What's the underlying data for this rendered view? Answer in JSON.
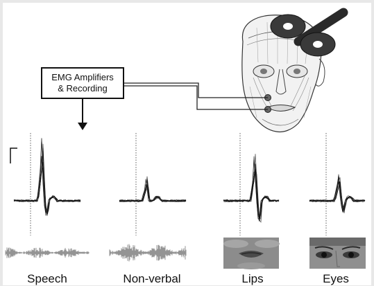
{
  "figure": {
    "recording_box": {
      "line1": "EMG Amplifiers",
      "line2": "& Recording"
    },
    "conditions": [
      {
        "label": "Speech",
        "stimulus": "audio-waveform"
      },
      {
        "label": "Non-verbal",
        "stimulus": "audio-waveform"
      },
      {
        "label": "Lips",
        "stimulus": "lips-photo"
      },
      {
        "label": "Eyes",
        "stimulus": "eyes-photo"
      }
    ],
    "icons": [
      "face-muscle-illustration",
      "tms-coil-icon",
      "scale-bar-icon",
      "down-arrow-icon"
    ],
    "colors": {
      "trace": "#111111",
      "waveform": "#7a7a7a",
      "background": "#ffffff",
      "coil": "#2a2a2a"
    }
  }
}
